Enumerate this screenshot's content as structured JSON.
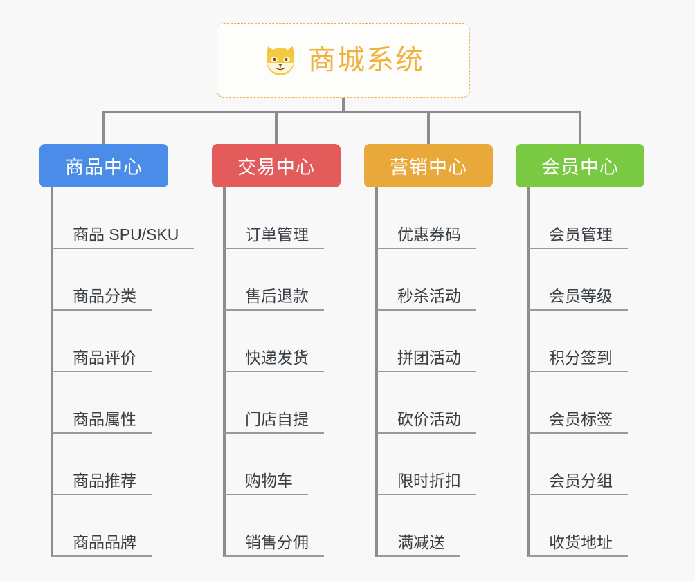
{
  "background_color": "#f8f8f8",
  "root": {
    "title": "商城系统",
    "icon": "shiba-dog-face-icon",
    "title_color": "#f0b23c",
    "border_color": "#e9b84b"
  },
  "connector_color": "#8c8c8c",
  "columns": [
    {
      "id": "product-center",
      "title": "商品中心",
      "color": "#4a8ce8",
      "items": [
        "商品 SPU/SKU",
        "商品分类",
        "商品评价",
        "商品属性",
        "商品推荐",
        "商品品牌"
      ]
    },
    {
      "id": "trade-center",
      "title": "交易中心",
      "color": "#e35b5b",
      "items": [
        "订单管理",
        "售后退款",
        "快递发货",
        "门店自提",
        "购物车",
        "销售分佣"
      ]
    },
    {
      "id": "marketing-center",
      "title": "营销中心",
      "color": "#e9a83a",
      "items": [
        "优惠券码",
        "秒杀活动",
        "拼团活动",
        "砍价活动",
        "限时折扣",
        "满减送"
      ]
    },
    {
      "id": "member-center",
      "title": "会员中心",
      "color": "#7ac943",
      "items": [
        "会员管理",
        "会员等级",
        "积分签到",
        "会员标签",
        "会员分组",
        "收货地址"
      ]
    }
  ]
}
